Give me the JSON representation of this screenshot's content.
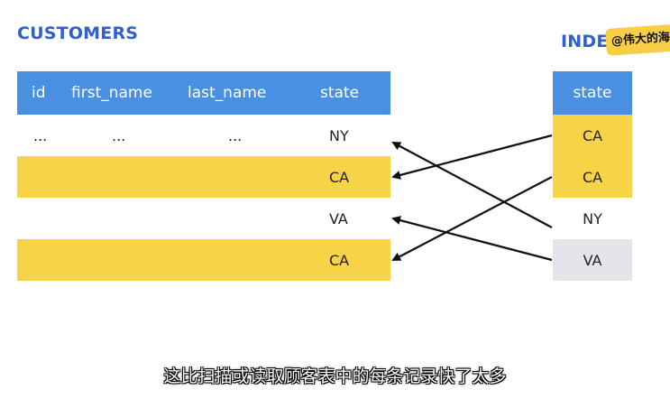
{
  "customers": {
    "title": "CUSTOMERS",
    "columns": [
      "id",
      "first_name",
      "last_name",
      "state"
    ],
    "rows": [
      {
        "id": "...",
        "first_name": "...",
        "last_name": "...",
        "state": "NY",
        "highlight": "none"
      },
      {
        "id": "",
        "first_name": "",
        "last_name": "",
        "state": "CA",
        "highlight": "yellow"
      },
      {
        "id": "",
        "first_name": "",
        "last_name": "",
        "state": "VA",
        "highlight": "none"
      },
      {
        "id": "",
        "first_name": "",
        "last_name": "",
        "state": "CA",
        "highlight": "yellow"
      }
    ]
  },
  "index": {
    "title": "INDEX",
    "column": "state",
    "rows": [
      {
        "state": "CA",
        "highlight": "yellow"
      },
      {
        "state": "CA",
        "highlight": "yellow"
      },
      {
        "state": "NY",
        "highlight": "none"
      },
      {
        "state": "VA",
        "highlight": "grey"
      }
    ]
  },
  "pointers": [
    {
      "from_index_row": 0,
      "to_customer_row": 1
    },
    {
      "from_index_row": 1,
      "to_customer_row": 3
    },
    {
      "from_index_row": 2,
      "to_customer_row": 0
    },
    {
      "from_index_row": 3,
      "to_customer_row": 2
    }
  ],
  "watermark": "@伟大的海",
  "subtitle": "这比扫描或读取顾客表中的每条记录快了太多",
  "colors": {
    "header_blue": "#4a90e2",
    "title_blue": "#2f5fd0",
    "highlight_yellow": "#f7d348",
    "highlight_grey": "#e3e5ea"
  }
}
